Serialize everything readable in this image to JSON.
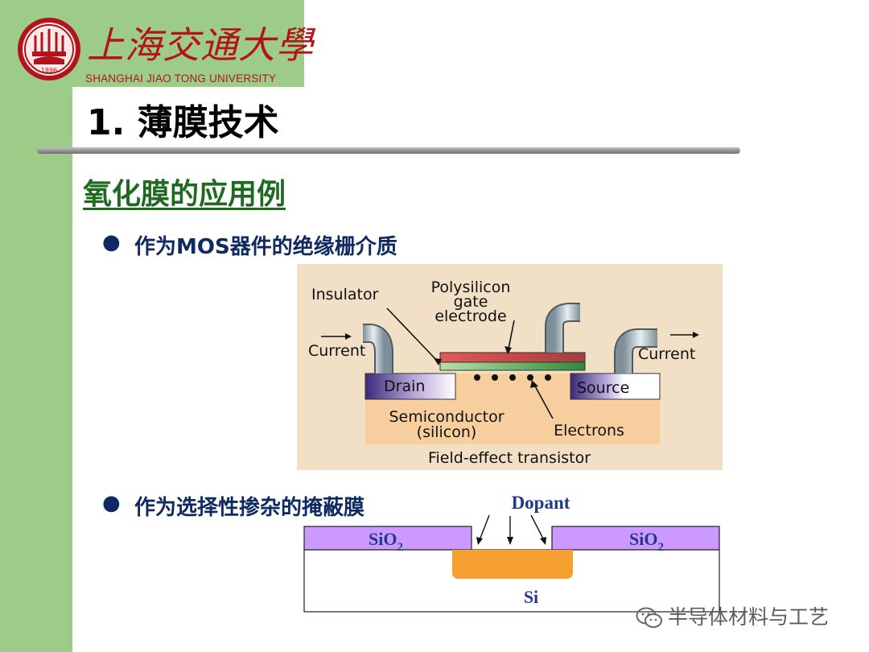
{
  "header": {
    "university_cn": "上海交通大學",
    "university_en": "SHANGHAI JIAO TONG UNIVERSITY",
    "seal_year": "1896"
  },
  "slide": {
    "title": "1. 薄膜技术",
    "subtitle": "氧化膜的应用例",
    "bullets": [
      {
        "marker": "●",
        "text": "作为MOS器件的绝缘栅介质"
      },
      {
        "marker": "●",
        "text": "作为选择性掺杂的掩蔽膜"
      }
    ]
  },
  "fet_figure": {
    "label_insulator": "Insulator",
    "label_poly_1": "Polysilicon",
    "label_poly_2": "gate",
    "label_poly_3": "electrode",
    "label_current_left": "Current",
    "label_current_right": "Current",
    "label_drain": "Drain",
    "label_source": "Source",
    "label_semi_1": "Semiconductor",
    "label_semi_2": "(silicon)",
    "label_electrons": "Electrons",
    "caption": "Field-effect transistor"
  },
  "mask_figure": {
    "label_dopant": "Dopant",
    "label_sio2_left": "SiO",
    "label_sio2_right": "SiO",
    "subscript": "2",
    "label_si": "Si"
  },
  "watermark": {
    "text": "半导体材料与工艺",
    "icon": "wechat-icon"
  },
  "colors": {
    "sidebar_green": "#9dcc89",
    "university_red": "#b3141c",
    "subtitle_green": "#1e6a1e",
    "bullet_navy": "#0f2a60",
    "sio2_purple": "#cc99ff",
    "doped_orange": "#f5a030"
  }
}
